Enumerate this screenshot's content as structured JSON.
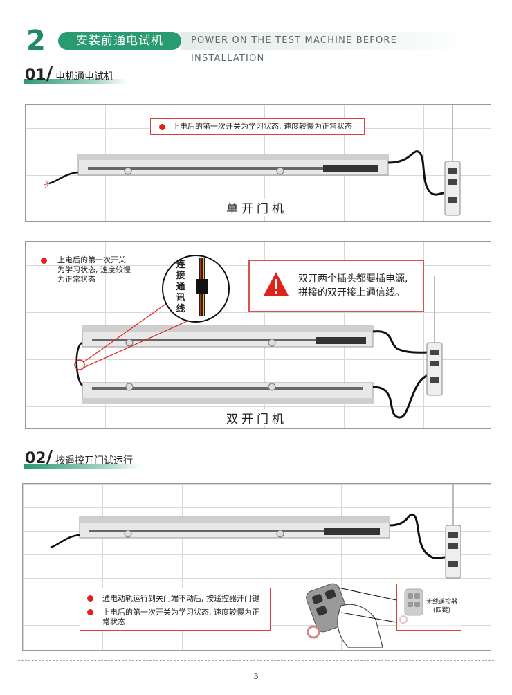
{
  "header": {
    "section_number": "2",
    "title_cn": "安装前通电试机",
    "title_en": "POWER ON THE TEST MACHINE BEFORE INSTALLATION"
  },
  "step1": {
    "number": "01",
    "title": "电机通电试机",
    "panel_single": {
      "note": "上电后的第一次开关为学习状态, 速度较慢为正常状态",
      "caption": "单开门机"
    },
    "panel_double": {
      "note_lines": [
        "上电后的第一次开关",
        "为学习状态, 速度较慢",
        "为正常状态"
      ],
      "connector_label": "连接通讯线",
      "warning_lines": [
        "双开两个插头都要插电源,",
        "拼接的双开接上通信线。"
      ],
      "caption": "双开门机"
    }
  },
  "step2": {
    "number": "02",
    "title": "按遥控开门试运行",
    "notes": [
      "通电动轨运行到关门端不动后, 按遥控器开门键",
      "上电后的第一次开关为学习状态, 速度较慢为正常状态"
    ],
    "remote_label_lines": [
      "无线遥控器",
      "(四键)"
    ]
  },
  "footer": {
    "page_number": "3"
  },
  "colors": {
    "accent": "#2a9a72",
    "warning": "#e0221b"
  }
}
